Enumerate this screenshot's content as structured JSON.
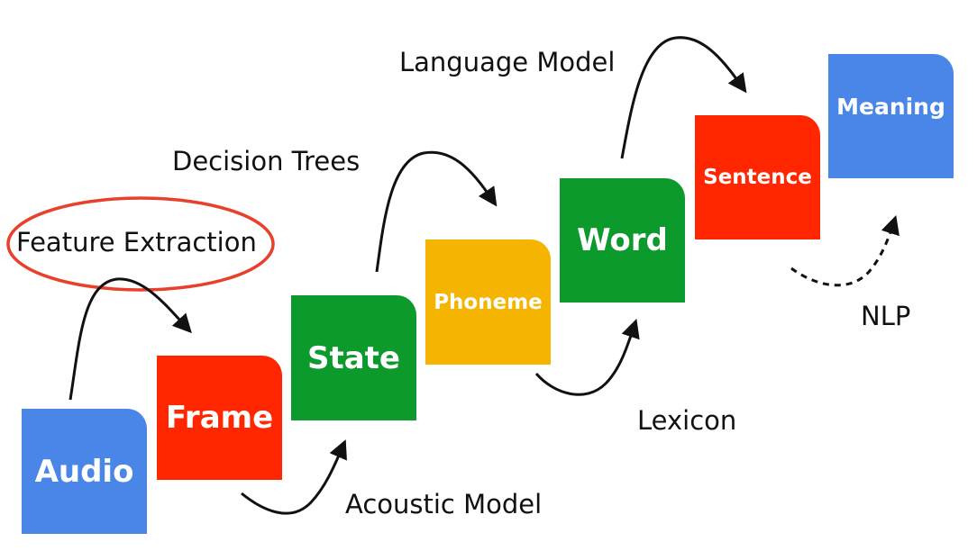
{
  "stages": {
    "audio": "Audio",
    "frame": "Frame",
    "state": "State",
    "phoneme": "Phoneme",
    "word": "Word",
    "sentence": "Sentence",
    "meaning": "Meaning"
  },
  "transitions": {
    "feature_extraction": "Feature Extraction",
    "acoustic_model": "Acoustic Model",
    "decision_trees": "Decision Trees",
    "lexicon": "Lexicon",
    "language_model": "Language Model",
    "nlp": "NLP"
  },
  "colors": {
    "blue": "#4A86E8",
    "red": "#FF2600",
    "green": "#0C9A2C",
    "yellow": "#F4B400",
    "highlight_ring": "#E8402A",
    "arrow": "#111111"
  }
}
